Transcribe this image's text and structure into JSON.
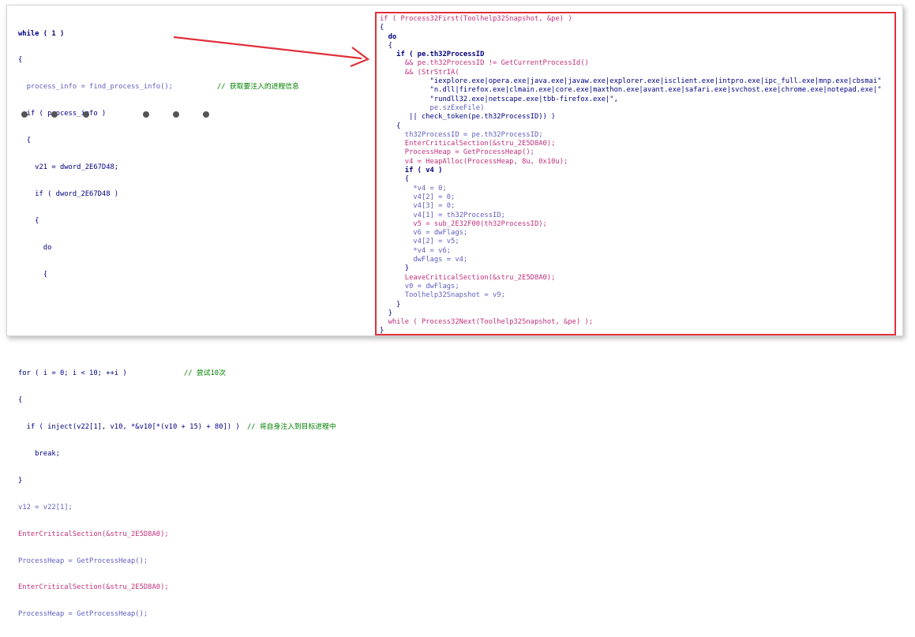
{
  "left_code": {
    "lines": [
      "while ( 1 )",
      "{",
      "  process_info = find_process_info();",
      "  if ( process_info )",
      "  {",
      "    v21 = dword_2E67D48;",
      "    if ( dword_2E67D48 )",
      "    {",
      "      do",
      "      {"
    ],
    "comment_find": "// 获取要注入的进程信息",
    "lines2": [
      "for ( i = 0; i < 10; ++i )",
      "{",
      "  if ( inject(v22[1], v10, *&v10[*(v10 + 15) + 80]) )",
      "    break;",
      "}",
      "v12 = v22[1];",
      "EnterCriticalSection(&stru_2E5D8A0);",
      "ProcessHeap = GetProcessHeap();",
      "EnterCriticalSection(&stru_2E5D8A0);",
      "ProcessHeap = GetProcessHeap();"
    ],
    "comment_try": "// 尝试10次",
    "comment_inject": "// 将自身注入到目标进程中"
  },
  "right_code": {
    "lines": [
      "if ( Process32First(Toolhelp32Snapshot, &pe) )",
      "{",
      "  do",
      "  {",
      "    if ( pe.th32ProcessID",
      "      && pe.th32ProcessID != GetCurrentProcessId()",
      "      && (StrStrIA(",
      "            \"iexplore.exe|opera.exe|java.exe|javaw.exe|explorer.exe|isclient.exe|intpro.exe|ipc_full.exe|mnp.exe|cbsmai\"",
      "            \"n.dll|firefox.exe|clmain.exe|core.exe|maxthon.exe|avant.exe|safari.exe|svchost.exe|chrome.exe|notepad.exe|\"",
      "            \"rundll32.exe|netscape.exe|tbb-firefox.exe|\",",
      "            pe.szExeFile)",
      "       || check_token(pe.th32ProcessID)) )",
      "    {",
      "      th32ProcessID = pe.th32ProcessID;",
      "      EnterCriticalSection(&stru_2E5D8A0);",
      "      ProcessHeap = GetProcessHeap();",
      "      v4 = HeapAlloc(ProcessHeap, 8u, 0x10u);",
      "      if ( v4 )",
      "      {",
      "        *v4 = 0;",
      "        v4[2] = 0;",
      "        v4[3] = 0;",
      "        v4[1] = th32ProcessID;",
      "        v5 = sub_2E32F00(th32ProcessID);",
      "        v6 = dwFlags;",
      "        v4[2] = v5;",
      "        *v4 = v6;",
      "        dwFlags = v4;",
      "      }",
      "      LeaveCriticalSection(&stru_2E5D8A0);",
      "      v0 = dwFlags;",
      "      Toolhelp32Snapshot = v9;",
      "    }",
      "  }",
      "  while ( Process32Next(Toolhelp32Snapshot, &pe) );",
      "}"
    ]
  },
  "colors": {
    "keyword": "#000080",
    "variable": "#6060c0",
    "api": "#c0307a",
    "comment": "#008000",
    "highlight_border": "#e0303a",
    "arrow": "#e0303a"
  },
  "icons": {
    "ellipsis_dots": "dot-icon",
    "arrow": "red-arrow-icon"
  }
}
